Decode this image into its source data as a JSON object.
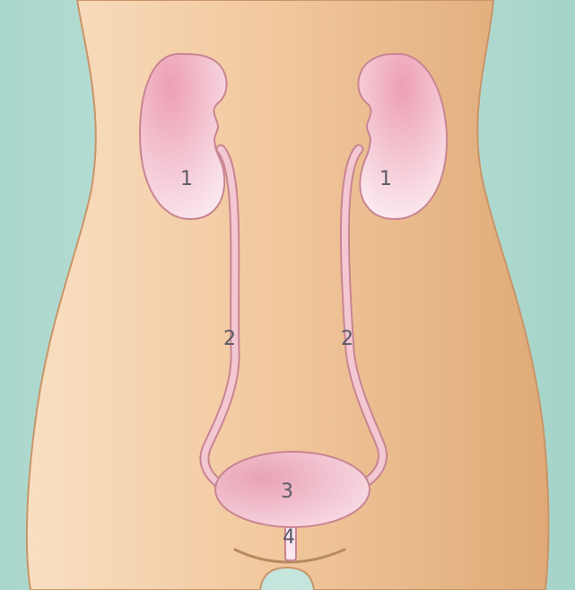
{
  "labels": {
    "kidney_left": "1",
    "kidney_right": "1",
    "ureter_left": "2",
    "ureter_right": "2",
    "bladder": "3",
    "urethra": "4"
  },
  "colors": {
    "background": "#b4ddd3",
    "skin_light": "#f9dfc2",
    "skin_dark": "#e3b07e",
    "outline": "#c9956a",
    "organ_light": "#fbe6ee",
    "organ_dark": "#e9a6b8",
    "organ_outline": "#c98592",
    "label": "#5a5a66"
  }
}
